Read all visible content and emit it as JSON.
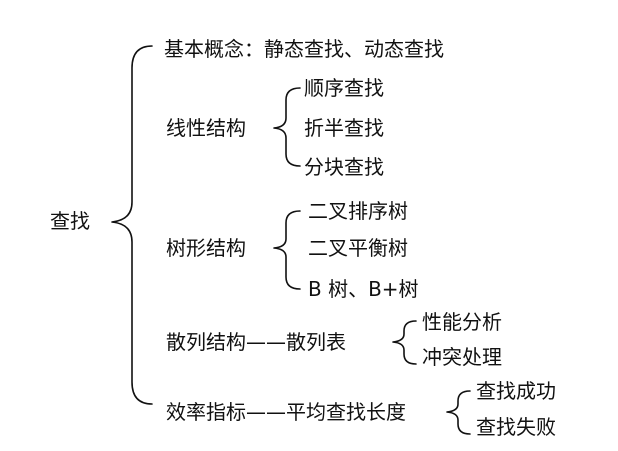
{
  "root": {
    "label": "查找"
  },
  "branches": [
    {
      "label": "基本概念：静态查找、动态查找",
      "children": []
    },
    {
      "label": "线性结构",
      "children": [
        "顺序查找",
        "折半查找",
        "分块查找"
      ]
    },
    {
      "label": "树形结构",
      "children": [
        "二叉排序树",
        "二叉平衡树",
        "B 树、B+树"
      ]
    },
    {
      "label": "散列结构——散列表",
      "children": [
        "性能分析",
        "冲突处理"
      ]
    },
    {
      "label": "效率指标——平均查找长度",
      "children": [
        "查找成功",
        "查找失败"
      ]
    }
  ]
}
